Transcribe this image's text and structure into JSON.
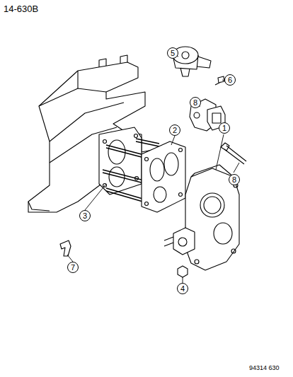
{
  "diagram": {
    "labels": [
      "14-630B",
      "5",
      "6",
      "8",
      "2",
      "8",
      "1",
      "3",
      "7",
      "4",
      "94314 630"
    ]
  }
}
